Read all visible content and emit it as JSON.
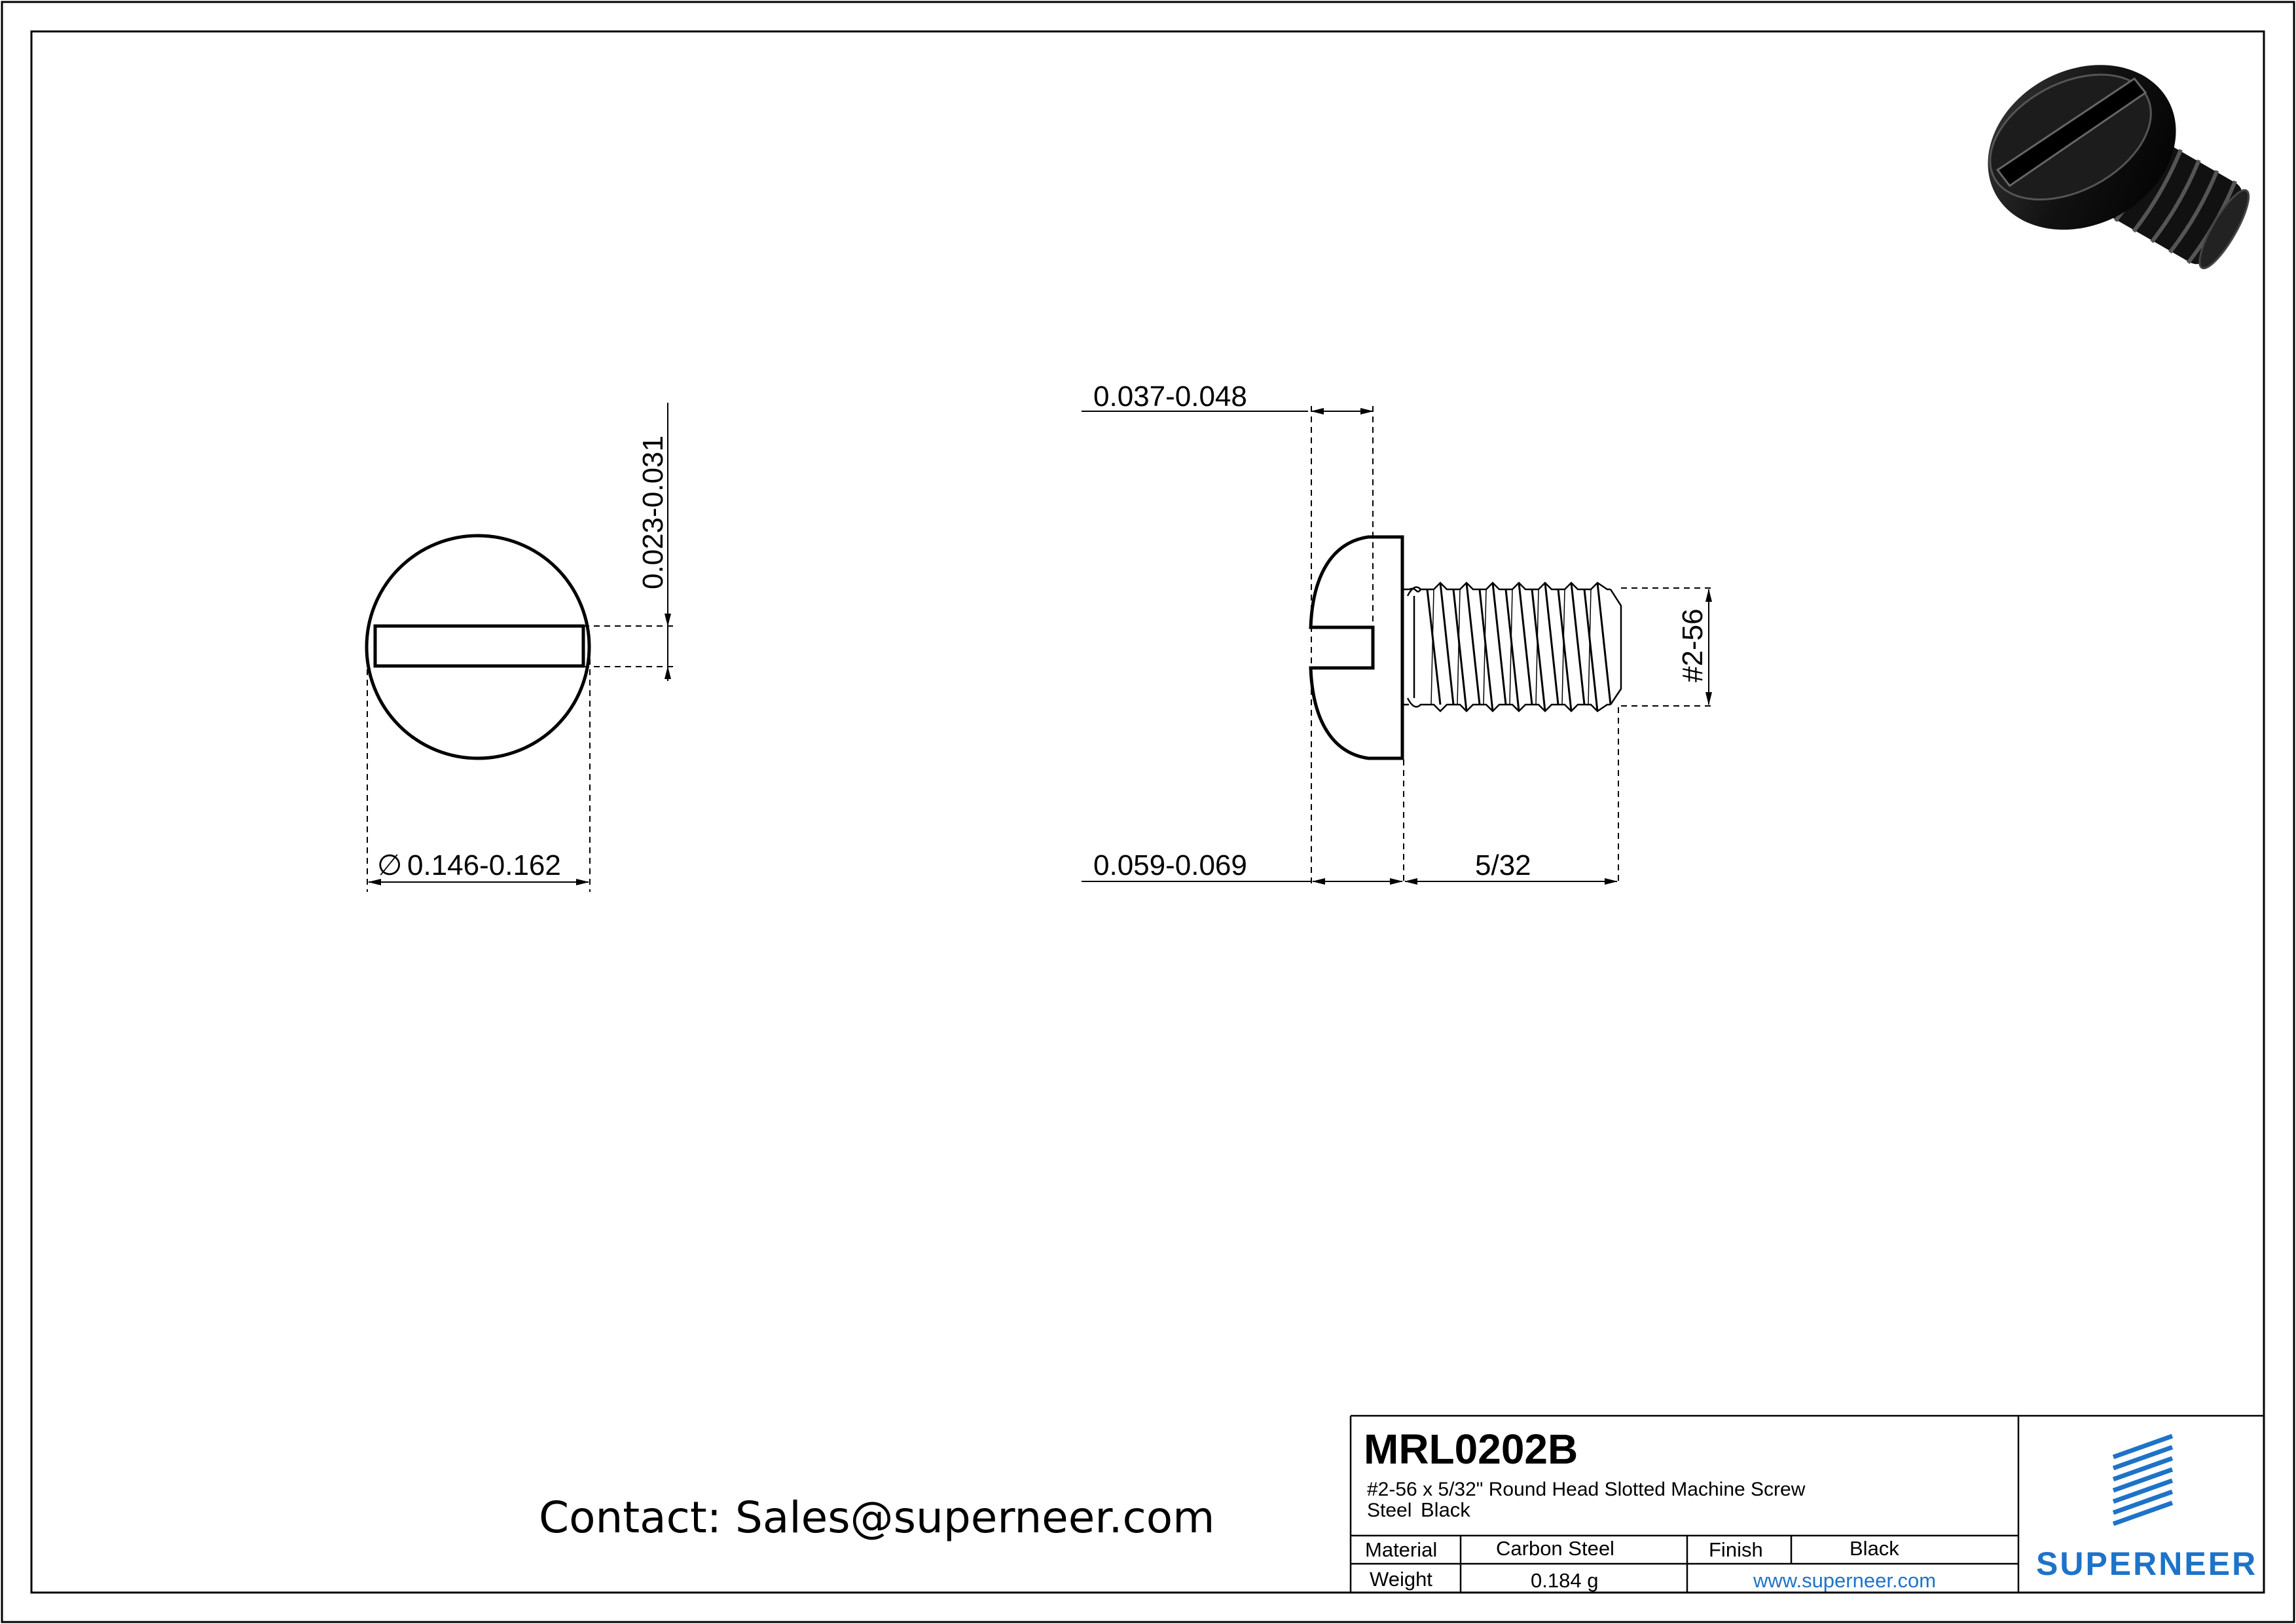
{
  "drawing": {
    "dimensions": {
      "slot_width": "0.023-0.031",
      "head_diameter": "0.146-0.162",
      "diameter_symbol": "∅",
      "slot_depth": "0.037-0.048",
      "head_height": "0.059-0.069",
      "length": "5/32",
      "thread_size": "#2-56"
    }
  },
  "contact": {
    "text": "Contact: Sales@superneer.com"
  },
  "title_block": {
    "part_number": "MRL0202B",
    "description_line1": "#2-56 x 5/32\" Round Head Slotted  Machine Screw",
    "description_line2_prefix": "Steel",
    "description_line2_finish": "Black",
    "material_label": "Material",
    "material_value": "Carbon Steel",
    "finish_label": "Finish",
    "finish_value": "Black",
    "weight_label": "Weight",
    "weight_value": "0.184 g",
    "website": "www.superneer.com",
    "website_color": "#1e73c8",
    "brand_name": "SUPERNEER",
    "brand_color": "#1e73c8"
  }
}
